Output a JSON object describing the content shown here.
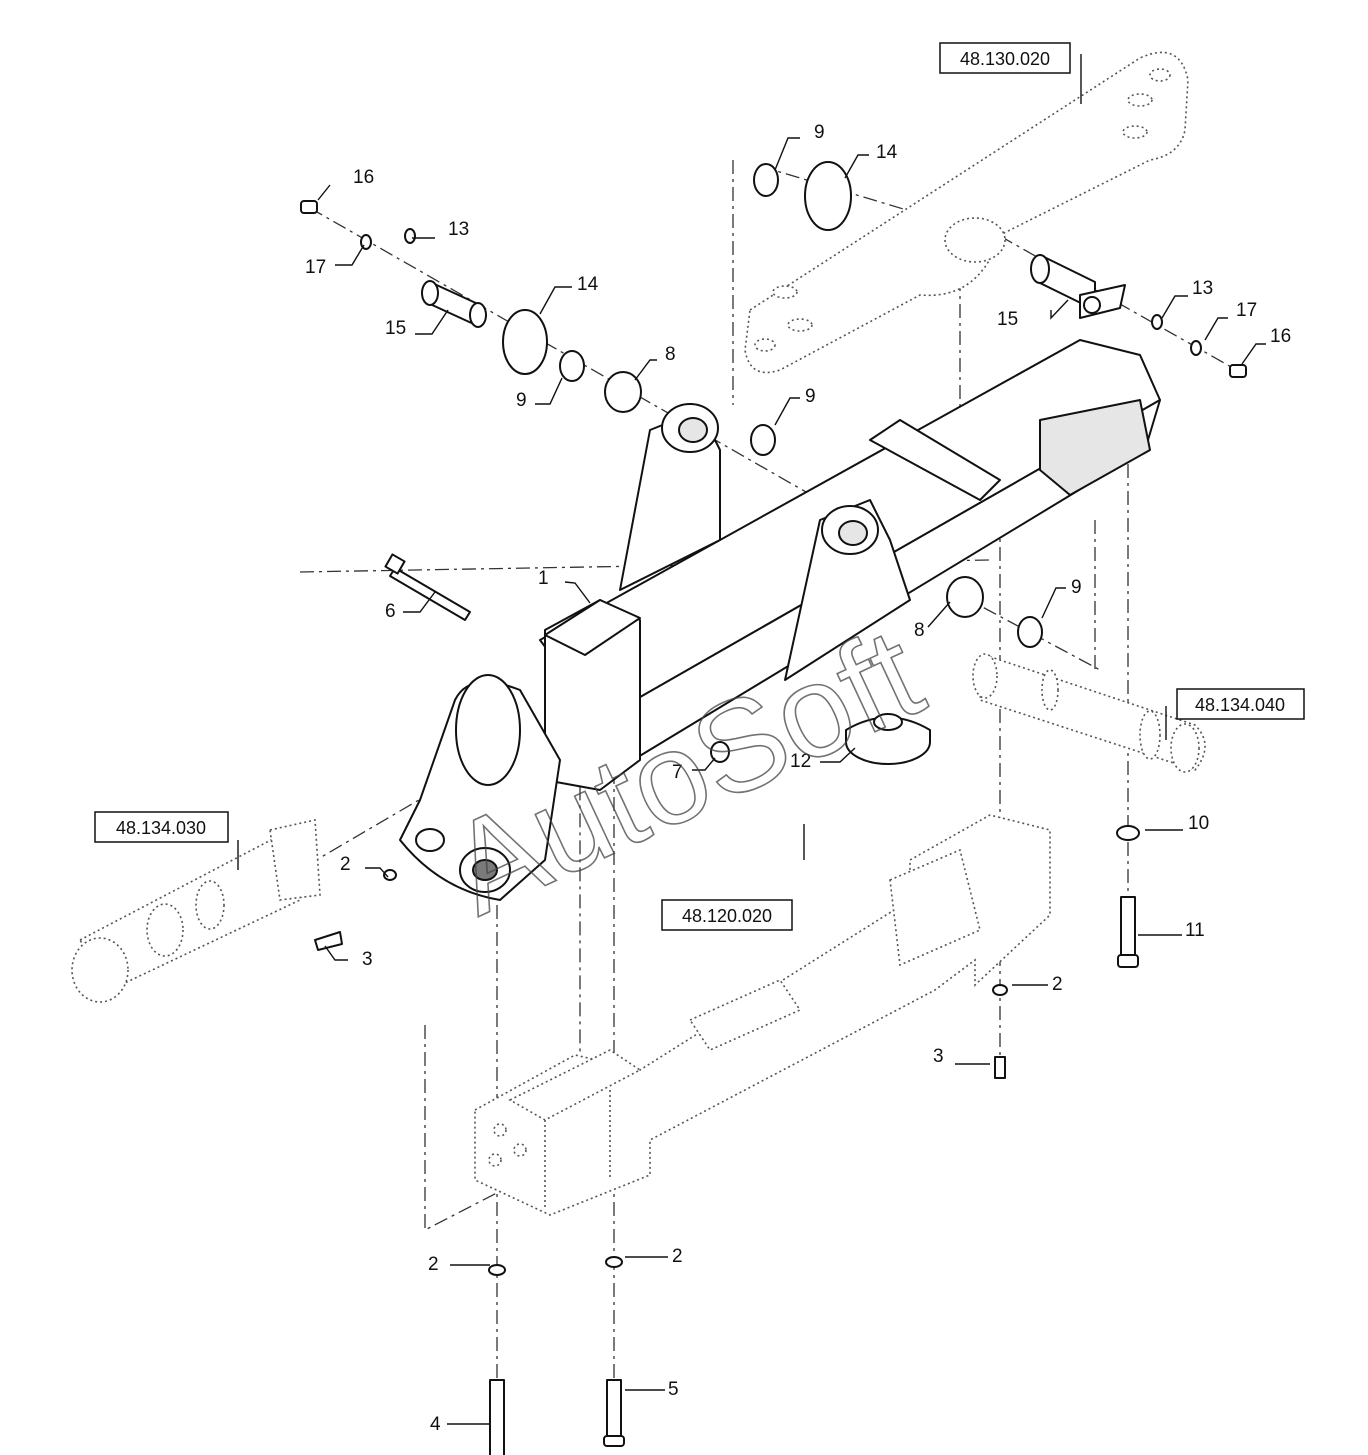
{
  "references": {
    "ref_130020": "48.130.020",
    "ref_134040": "48.134.040",
    "ref_134030": "48.134.030",
    "ref_120020": "48.120.020"
  },
  "callouts": {
    "c1": "1",
    "c2a": "2",
    "c2b": "2",
    "c2c": "2",
    "c2d": "2",
    "c3a": "3",
    "c3b": "3",
    "c4": "4",
    "c5": "5",
    "c6": "6",
    "c7": "7",
    "c8a": "8",
    "c8b": "8",
    "c9a": "9",
    "c9b": "9",
    "c9c": "9",
    "c9d": "9",
    "c10": "10",
    "c11": "11",
    "c12": "12",
    "c13a": "13",
    "c13b": "13",
    "c14a": "14",
    "c14b": "14",
    "c15a": "15",
    "c15b": "15",
    "c16a": "16",
    "c16b": "16",
    "c17a": "17",
    "c17b": "17"
  },
  "watermark": "AutoSoft"
}
